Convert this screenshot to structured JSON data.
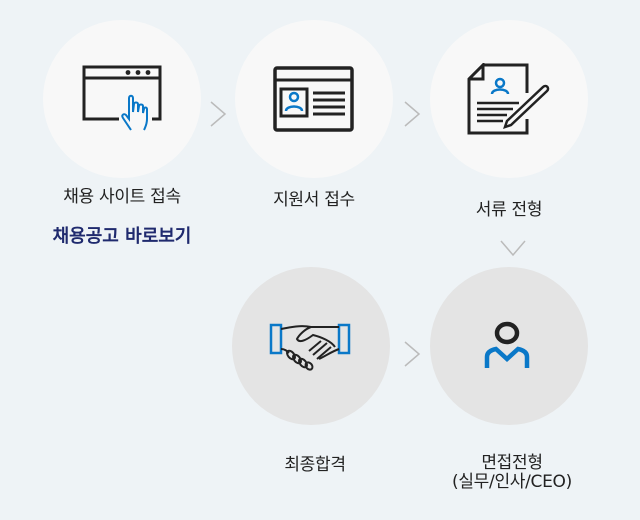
{
  "steps": [
    {
      "label": "채용 사이트 접속",
      "link": "채용공고 바로보기",
      "icon": "browser-click-icon"
    },
    {
      "label": "지원서 접수",
      "icon": "resume-icon"
    },
    {
      "label": "서류 전형",
      "icon": "document-sign-icon"
    },
    {
      "label": "최종합격",
      "icon": "handshake-icon"
    },
    {
      "label": "면접전형",
      "sublabel": "(실무/인사/CEO)",
      "icon": "person-icon"
    }
  ],
  "colors": {
    "accent": "#0a78c8",
    "link": "#1f2a6e",
    "background": "#eef3f6"
  }
}
